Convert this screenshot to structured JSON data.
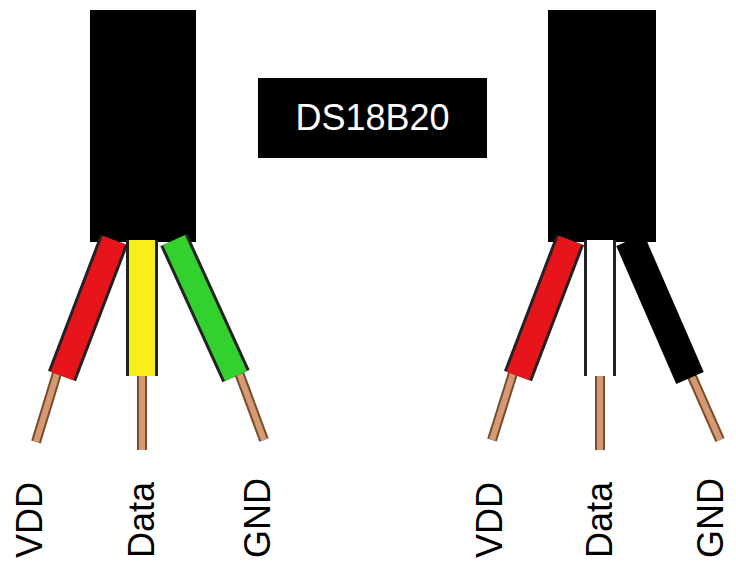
{
  "diagram": {
    "nodes": [
      {
        "text": [
          "DS18B20"
        ]
      }
    ],
    "labels": [
      "VDD",
      "Data",
      "GND",
      "VDD",
      "Data",
      "GND"
    ]
  }
}
